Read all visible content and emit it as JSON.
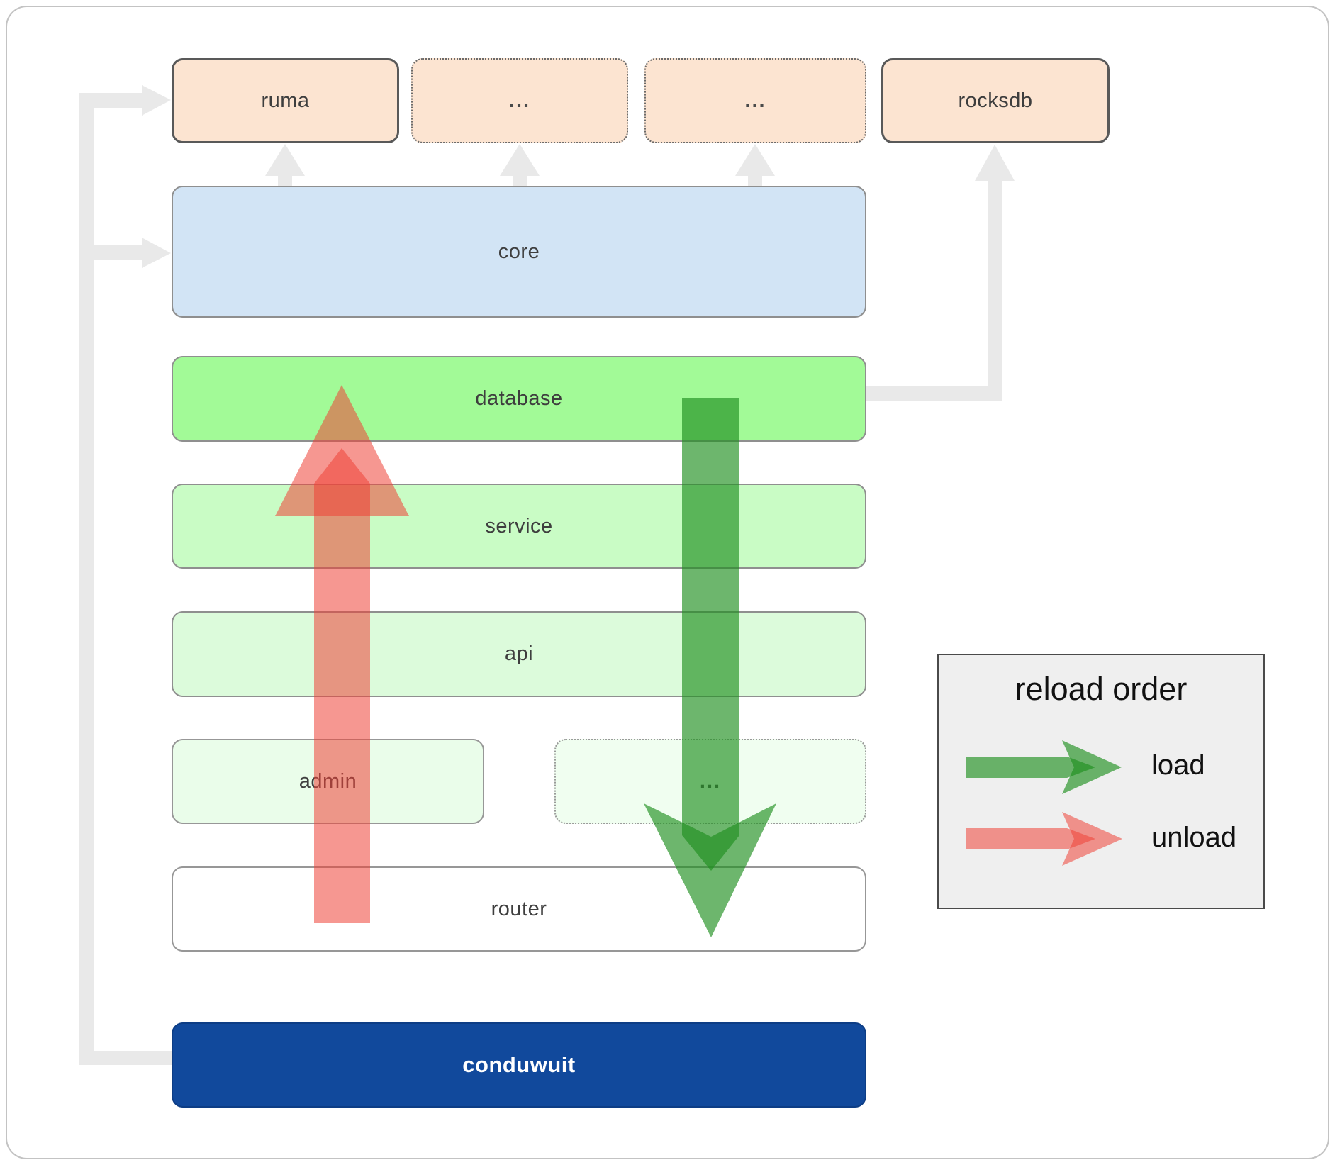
{
  "nodes": {
    "ruma": "ruma",
    "ellipsis_top_1": "...",
    "ellipsis_top_2": "...",
    "rocksdb": "rocksdb",
    "core": "core",
    "database": "database",
    "service": "service",
    "api": "api",
    "admin": "admin",
    "ellipsis_mid": "...",
    "router": "router",
    "conduwuit": "conduwuit"
  },
  "legend": {
    "title": "reload order",
    "items": [
      {
        "label": "load",
        "color": "#1f8f1f"
      },
      {
        "label": "unload",
        "color": "#ee4237"
      }
    ]
  },
  "colors": {
    "peach_fill": "#fce4d1",
    "core_fill": "#d2e4f5",
    "database_fill": "#a2fa97",
    "service_fill": "#c9fcc5",
    "api_fill": "#dcfbdb",
    "admin_fill": "#eafdea",
    "router_fill": "#ffffff",
    "conduwuit_fill": "#11499c",
    "connector_gray": "#e9e9e9",
    "load_arrow_green": "#1f8f1f",
    "unload_arrow_red": "#ee4237",
    "legend_bg": "#efefef"
  }
}
